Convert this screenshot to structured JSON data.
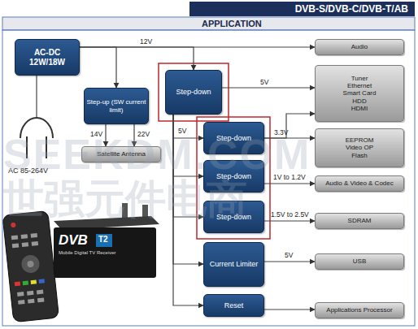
{
  "diagram": {
    "title": "DVB-S/DVB-C/DVB-T/AB",
    "nodes": [
      {
        "text": [
          "AC-DC 12W/18W"
        ]
      },
      {
        "text": [
          "Audio"
        ]
      },
      {
        "text": [
          "Step-down"
        ]
      },
      {
        "text": [
          "Step-up (SW current limit)"
        ]
      },
      {
        "text": [
          "Tuner",
          "Ethernet",
          "Smart Card",
          "HDD",
          "HDMI"
        ]
      },
      {
        "text": [
          "Satellite Antenna"
        ]
      },
      {
        "text": [
          "Step-down"
        ]
      },
      {
        "text": [
          "EEPROM",
          "Video OP",
          "Flash"
        ]
      },
      {
        "text": [
          "Step-down"
        ]
      },
      {
        "text": [
          "Audio & Video & Codec"
        ]
      },
      {
        "text": [
          "Step-down"
        ]
      },
      {
        "text": [
          "SDRAM"
        ]
      },
      {
        "text": [
          "Current Limiter"
        ]
      },
      {
        "text": [
          "USB"
        ]
      },
      {
        "text": [
          "Reset"
        ]
      },
      {
        "text": [
          "Applications Processor"
        ]
      }
    ],
    "edges": [
      {
        "from": 0,
        "to": 1,
        "label": "12V",
        "arrow": "to"
      },
      {
        "from": 0,
        "to": 3,
        "arrow": "to"
      },
      {
        "from": 0,
        "to": 2,
        "arrow": "to"
      },
      {
        "from": 2,
        "to": 4,
        "label": "5V",
        "arrow": "to"
      },
      {
        "from": 3,
        "to": 5,
        "label": "14V",
        "arrow": "to"
      },
      {
        "from": 3,
        "to": 5,
        "label": "22V",
        "arrow": "to"
      },
      {
        "from": 2,
        "to": 6,
        "label": "5V",
        "arrow": "to"
      },
      {
        "from": 2,
        "to": 8,
        "arrow": "to"
      },
      {
        "from": 2,
        "to": 10,
        "arrow": "to"
      },
      {
        "from": 2,
        "to": 12,
        "arrow": "to"
      },
      {
        "from": 2,
        "to": 14,
        "arrow": "to"
      },
      {
        "from": 6,
        "to": 7,
        "label": "3.3V",
        "arrow": "to"
      },
      {
        "from": 6,
        "to": 4,
        "arrow": "to"
      },
      {
        "from": 8,
        "to": 9,
        "label": "1V to 1.2V",
        "arrow": "to"
      },
      {
        "from": 10,
        "to": 11,
        "label": "1.5V to 2.5V",
        "arrow": "to"
      },
      {
        "from": 12,
        "to": 13,
        "label": "5V",
        "arrow": "to"
      },
      {
        "from": 14,
        "to": 15,
        "arrow": "to"
      }
    ],
    "labels": [
      "APPLICATION",
      "AC 85-264V",
      "DVB",
      "T2",
      "Mobile Digital TV Receiver",
      "SEEKDM.COM",
      "世强元件电商"
    ]
  }
}
